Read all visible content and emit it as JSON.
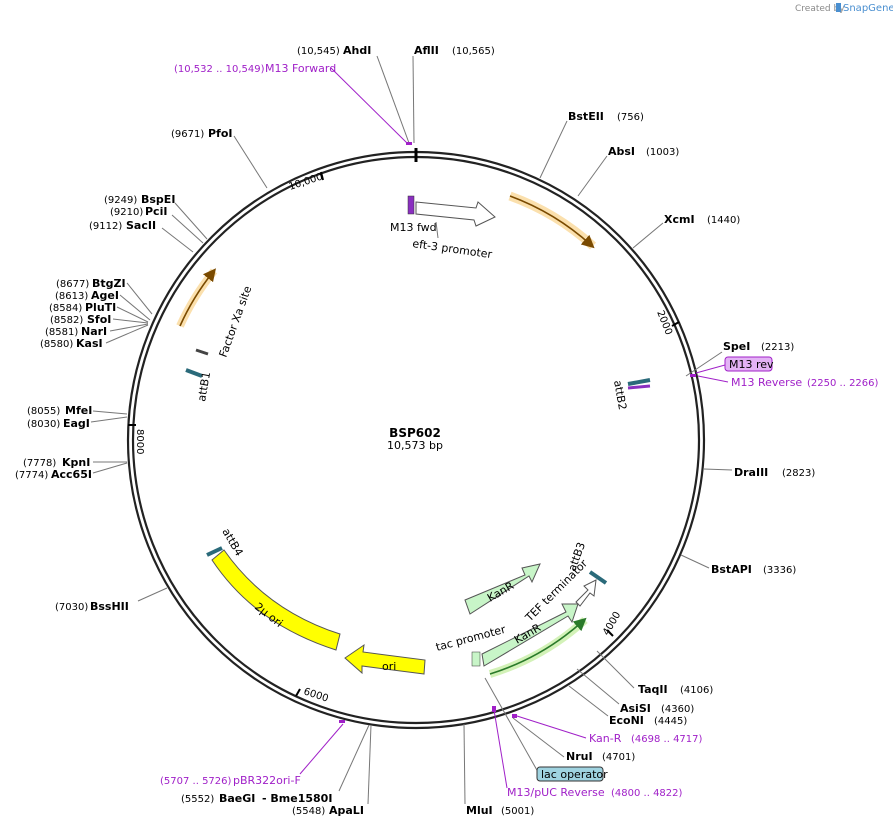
{
  "credit": {
    "created_by": "Created by",
    "brand": "SnapGene"
  },
  "plasmid": {
    "name": "BSP602",
    "size": "10,573 bp"
  },
  "ticks": [
    "10,000",
    "2000",
    "4000",
    "6000",
    "8000"
  ],
  "sites": {
    "ahdi": {
      "name": "AhdI",
      "pos": "(10,545)"
    },
    "aflii": {
      "name": "AflII",
      "pos": "(10,565)"
    },
    "bsteii": {
      "name": "BstEII",
      "pos": "(756)"
    },
    "absi": {
      "name": "AbsI",
      "pos": "(1003)"
    },
    "xcmi": {
      "name": "XcmI",
      "pos": "(1440)"
    },
    "spei": {
      "name": "SpeI",
      "pos": "(2213)"
    },
    "draiii": {
      "name": "DraIII",
      "pos": "(2823)"
    },
    "bstapi": {
      "name": "BstAPI",
      "pos": "(3336)"
    },
    "taqii": {
      "name": "TaqII",
      "pos": "(4106)"
    },
    "asisi": {
      "name": "AsiSI",
      "pos": "(4360)"
    },
    "econi": {
      "name": "EcoNI",
      "pos": "(4445)"
    },
    "nrui": {
      "name": "NruI",
      "pos": "(4701)"
    },
    "mlui": {
      "name": "MluI",
      "pos": "(5001)"
    },
    "apali": {
      "name": "ApaLI",
      "pos": "(5548)"
    },
    "baegi": {
      "name": "BaeGI",
      "pos": "(5552)"
    },
    "bme1580i": {
      "name": "- Bme1580I"
    },
    "psshii": {
      "name": "BssHII",
      "pos": "(7030)"
    },
    "acc65i": {
      "name": "Acc65I",
      "pos": "(7774)"
    },
    "kpni": {
      "name": "KpnI",
      "pos": "(7778)"
    },
    "eagi": {
      "name": "EagI",
      "pos": "(8030)"
    },
    "mfei": {
      "name": "MfeI",
      "pos": "(8055)"
    },
    "kasi": {
      "name": "KasI",
      "pos": "(8580)"
    },
    "nari": {
      "name": "NarI",
      "pos": "(8581)"
    },
    "sfoi": {
      "name": "SfoI",
      "pos": "(8582)"
    },
    "pluti": {
      "name": "PluTI",
      "pos": "(8584)"
    },
    "agei": {
      "name": "AgeI",
      "pos": "(8613)"
    },
    "btgzi": {
      "name": "BtgZI",
      "pos": "(8677)"
    },
    "sacii": {
      "name": "SacII",
      "pos": "(9112)"
    },
    "pcii": {
      "name": "PciI",
      "pos": "(9210)"
    },
    "bspei": {
      "name": "BspEI",
      "pos": "(9249)"
    },
    "pfoi": {
      "name": "PfoI",
      "pos": "(9671)"
    }
  },
  "primers": {
    "m13_forward": {
      "name": "M13 Forward",
      "range": "(10,532 .. 10,549)"
    },
    "m13_reverse": {
      "name": "M13 Reverse",
      "range": "(2250 .. 2266)"
    },
    "m13_rev_box": {
      "name": "M13 rev"
    },
    "kan_r": {
      "name": "Kan-R",
      "range": "(4698 .. 4717)"
    },
    "m13_puc_rev": {
      "name": "M13/pUC Reverse",
      "range": "(4800 .. 4822)"
    },
    "pbr322ori_f": {
      "name": "pBR322ori-F",
      "range": "(5707 .. 5726)"
    },
    "lac_operator": {
      "name": "lac operator"
    }
  },
  "features": {
    "m13_fwd": "M13 fwd",
    "eft3_promoter": "eft-3 promoter",
    "attb2": "attB2",
    "attb3": "attB3",
    "tef_terminator": "TEF terminator",
    "kanr_outer": "KanR",
    "kanr_inner": "KanR",
    "tac_promoter": "tac promoter",
    "ori": "ori",
    "two_mu_ori": "2μ ori",
    "attb4": "attB4",
    "attb1": "attB1",
    "factor_xa": "Factor Xa site"
  },
  "colors": {
    "backbone": "#222222",
    "orange_feature": "#f5a623",
    "kanr_fill": "#c8f5c8",
    "ori_fill": "#ffff00",
    "primer": "#a020c8",
    "lac_operator_fill": "#9fd3e0",
    "m13_rev_fill": "#e3b3f5"
  }
}
